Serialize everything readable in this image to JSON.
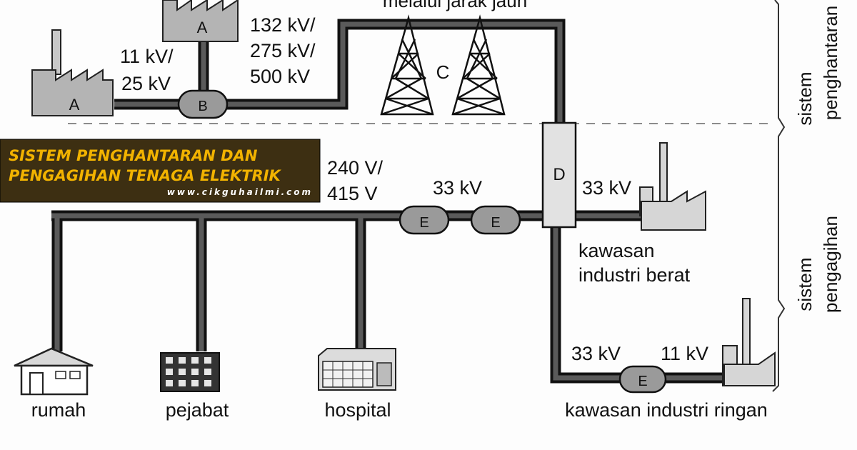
{
  "top_note": "melalui jarak jauh",
  "banner": {
    "title_line1": "SISTEM PENGHANTARAN DAN",
    "title_line2": "PENGAGIHAN TENAGA ELEKTRIK",
    "url": "www.cikguhailmi.com",
    "bg_color": "#3d2f12",
    "text_color": "#f2b300"
  },
  "voltages": {
    "gen_1": "11 kV/",
    "gen_2": "25 kV",
    "trans_1": "132 kV/",
    "trans_2": "275 kV/",
    "trans_3": "500 kV",
    "dom_1": "240 V/",
    "dom_2": "415 V",
    "mid": "33 kV",
    "heavy": "33 kV",
    "light_in": "33 kV",
    "light_out": "11 kV"
  },
  "letters": {
    "plant_left": "A",
    "plant_top": "A",
    "step_up": "B",
    "towers": "C",
    "substation": "D",
    "transformer_1": "E",
    "transformer_2": "E",
    "transformer_3": "E"
  },
  "buildings": {
    "house": "rumah",
    "office": "pejabat",
    "hospital": "hospital",
    "heavy_1": "kawasan",
    "heavy_2": "industri berat",
    "light": "kawasan industri ringan"
  },
  "side": {
    "trans_1": "sistem",
    "trans_2": "penghantaran",
    "dist_1": "sistem",
    "dist_2": "pengagihan"
  }
}
